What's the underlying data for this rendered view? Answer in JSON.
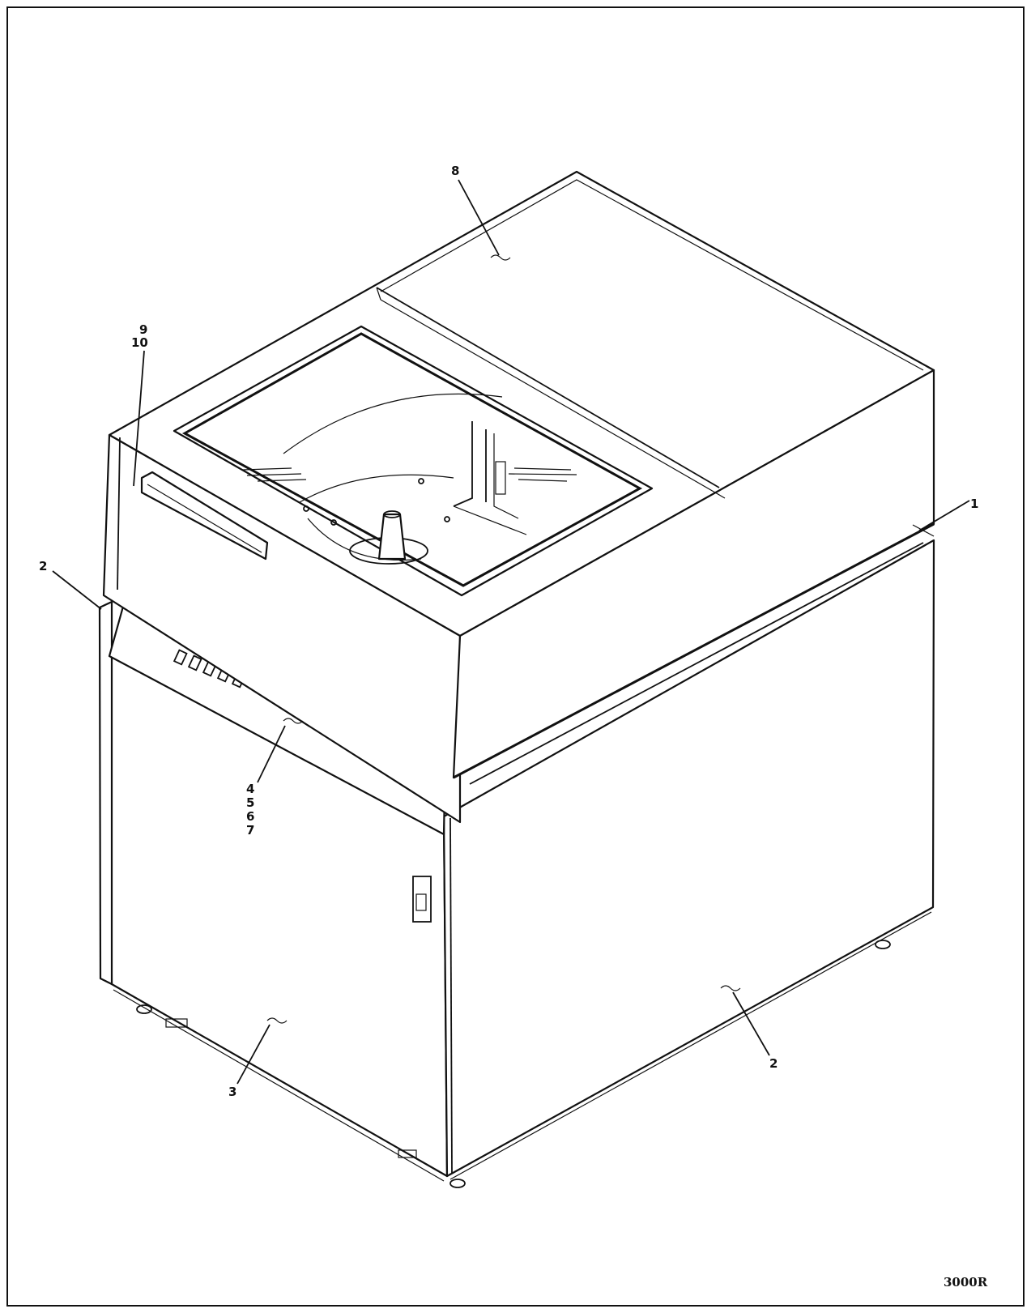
{
  "figure_id": "3000R",
  "callouts": {
    "c1": "1",
    "c2_left": "2",
    "c2_right": "2",
    "c3": "3",
    "c4": "4",
    "c5": "5",
    "c6": "6",
    "c7": "7",
    "c8": "8",
    "c9": "9",
    "c10": "10"
  }
}
